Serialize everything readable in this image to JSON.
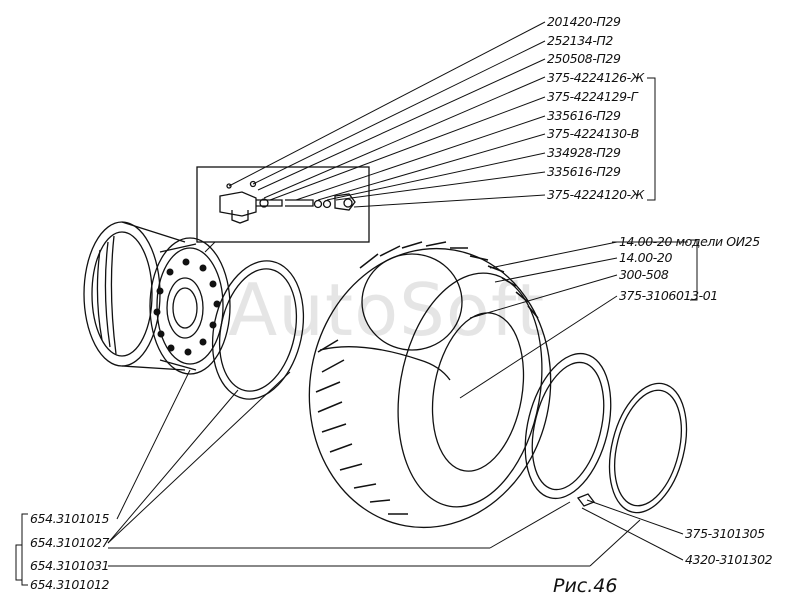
{
  "valve_callouts": [
    "201420-П29",
    "252134-П2",
    "250508-П29",
    "375-4224126-Ж",
    "375-4224129-Г",
    "335616-П29",
    "375-4224130-В",
    "334928-П29",
    "335616-П29",
    "375-4224120-Ж"
  ],
  "tire_callouts": [
    "14.00-20 модели ОИ25",
    "14.00-20",
    "300-508",
    "375-3106013-01"
  ],
  "lockring_callouts": [
    "375-3101305",
    "4320-3101302"
  ],
  "left_callouts": [
    "654.3101015",
    "654.3101027",
    "654.3101031",
    "654.3101012"
  ],
  "figure_label": "Рис.46",
  "watermark": "AutoSoft"
}
